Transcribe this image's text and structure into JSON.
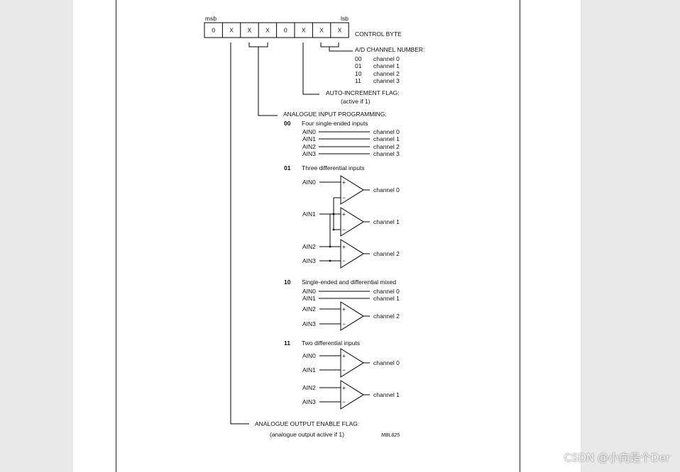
{
  "header": {
    "msb": "msb",
    "lsb": "lsb",
    "control_byte": "CONTROL BYTE"
  },
  "bits": [
    "0",
    "X",
    "X",
    "X",
    "0",
    "X",
    "X",
    "X"
  ],
  "channel_number": {
    "title": "A/D CHANNEL NUMBER:",
    "rows": [
      {
        "code": "00",
        "label": "channel 0"
      },
      {
        "code": "01",
        "label": "channel 1"
      },
      {
        "code": "10",
        "label": "channel 2"
      },
      {
        "code": "11",
        "label": "channel 3"
      }
    ]
  },
  "auto_increment": {
    "title": "AUTO-INCREMENT FLAG:",
    "note": "(active if 1)"
  },
  "input_programming": {
    "title": "ANALOGUE INPUT PROGRAMMING:",
    "modes": [
      {
        "code": "00",
        "desc": "Four single-ended inputs",
        "inputs": [
          "AIN0",
          "AIN1",
          "AIN2",
          "AIN3"
        ],
        "outputs": [
          "channel 0",
          "channel 1",
          "channel 2",
          "channel 3"
        ]
      },
      {
        "code": "01",
        "desc": "Three differential inputs",
        "inputs": [
          "AIN0",
          "AIN1",
          "AIN2",
          "AIN3"
        ],
        "outputs": [
          "channel 0",
          "channel 1",
          "channel 2"
        ]
      },
      {
        "code": "10",
        "desc": "Single-ended and differential mixed",
        "inputs": [
          "AIN0",
          "AIN1",
          "AIN2",
          "AIN3"
        ],
        "outputs": [
          "channel 0",
          "channel 1",
          "channel 2"
        ]
      },
      {
        "code": "11",
        "desc": "Two differential inputs",
        "inputs": [
          "AIN0",
          "AIN1",
          "AIN2",
          "AIN3"
        ],
        "outputs": [
          "channel 0",
          "channel 1"
        ]
      }
    ]
  },
  "output_enable": {
    "title": "ANALOGUE OUTPUT ENABLE FLAG:",
    "note": "(analogue output active if 1)"
  },
  "figure_code": "MBL825",
  "watermark": "CSDN @小向是个Der",
  "symbols": {
    "plus": "+",
    "minus": "−"
  }
}
